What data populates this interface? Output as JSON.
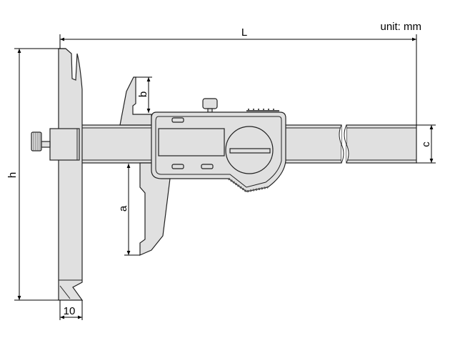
{
  "diagram": {
    "title": "Digital depth caliper dimensions",
    "unit_label": "unit: mm",
    "dimensions": {
      "L": "L",
      "h": "h",
      "a": "a",
      "b": "b",
      "c": "c",
      "base_width": "10"
    }
  }
}
